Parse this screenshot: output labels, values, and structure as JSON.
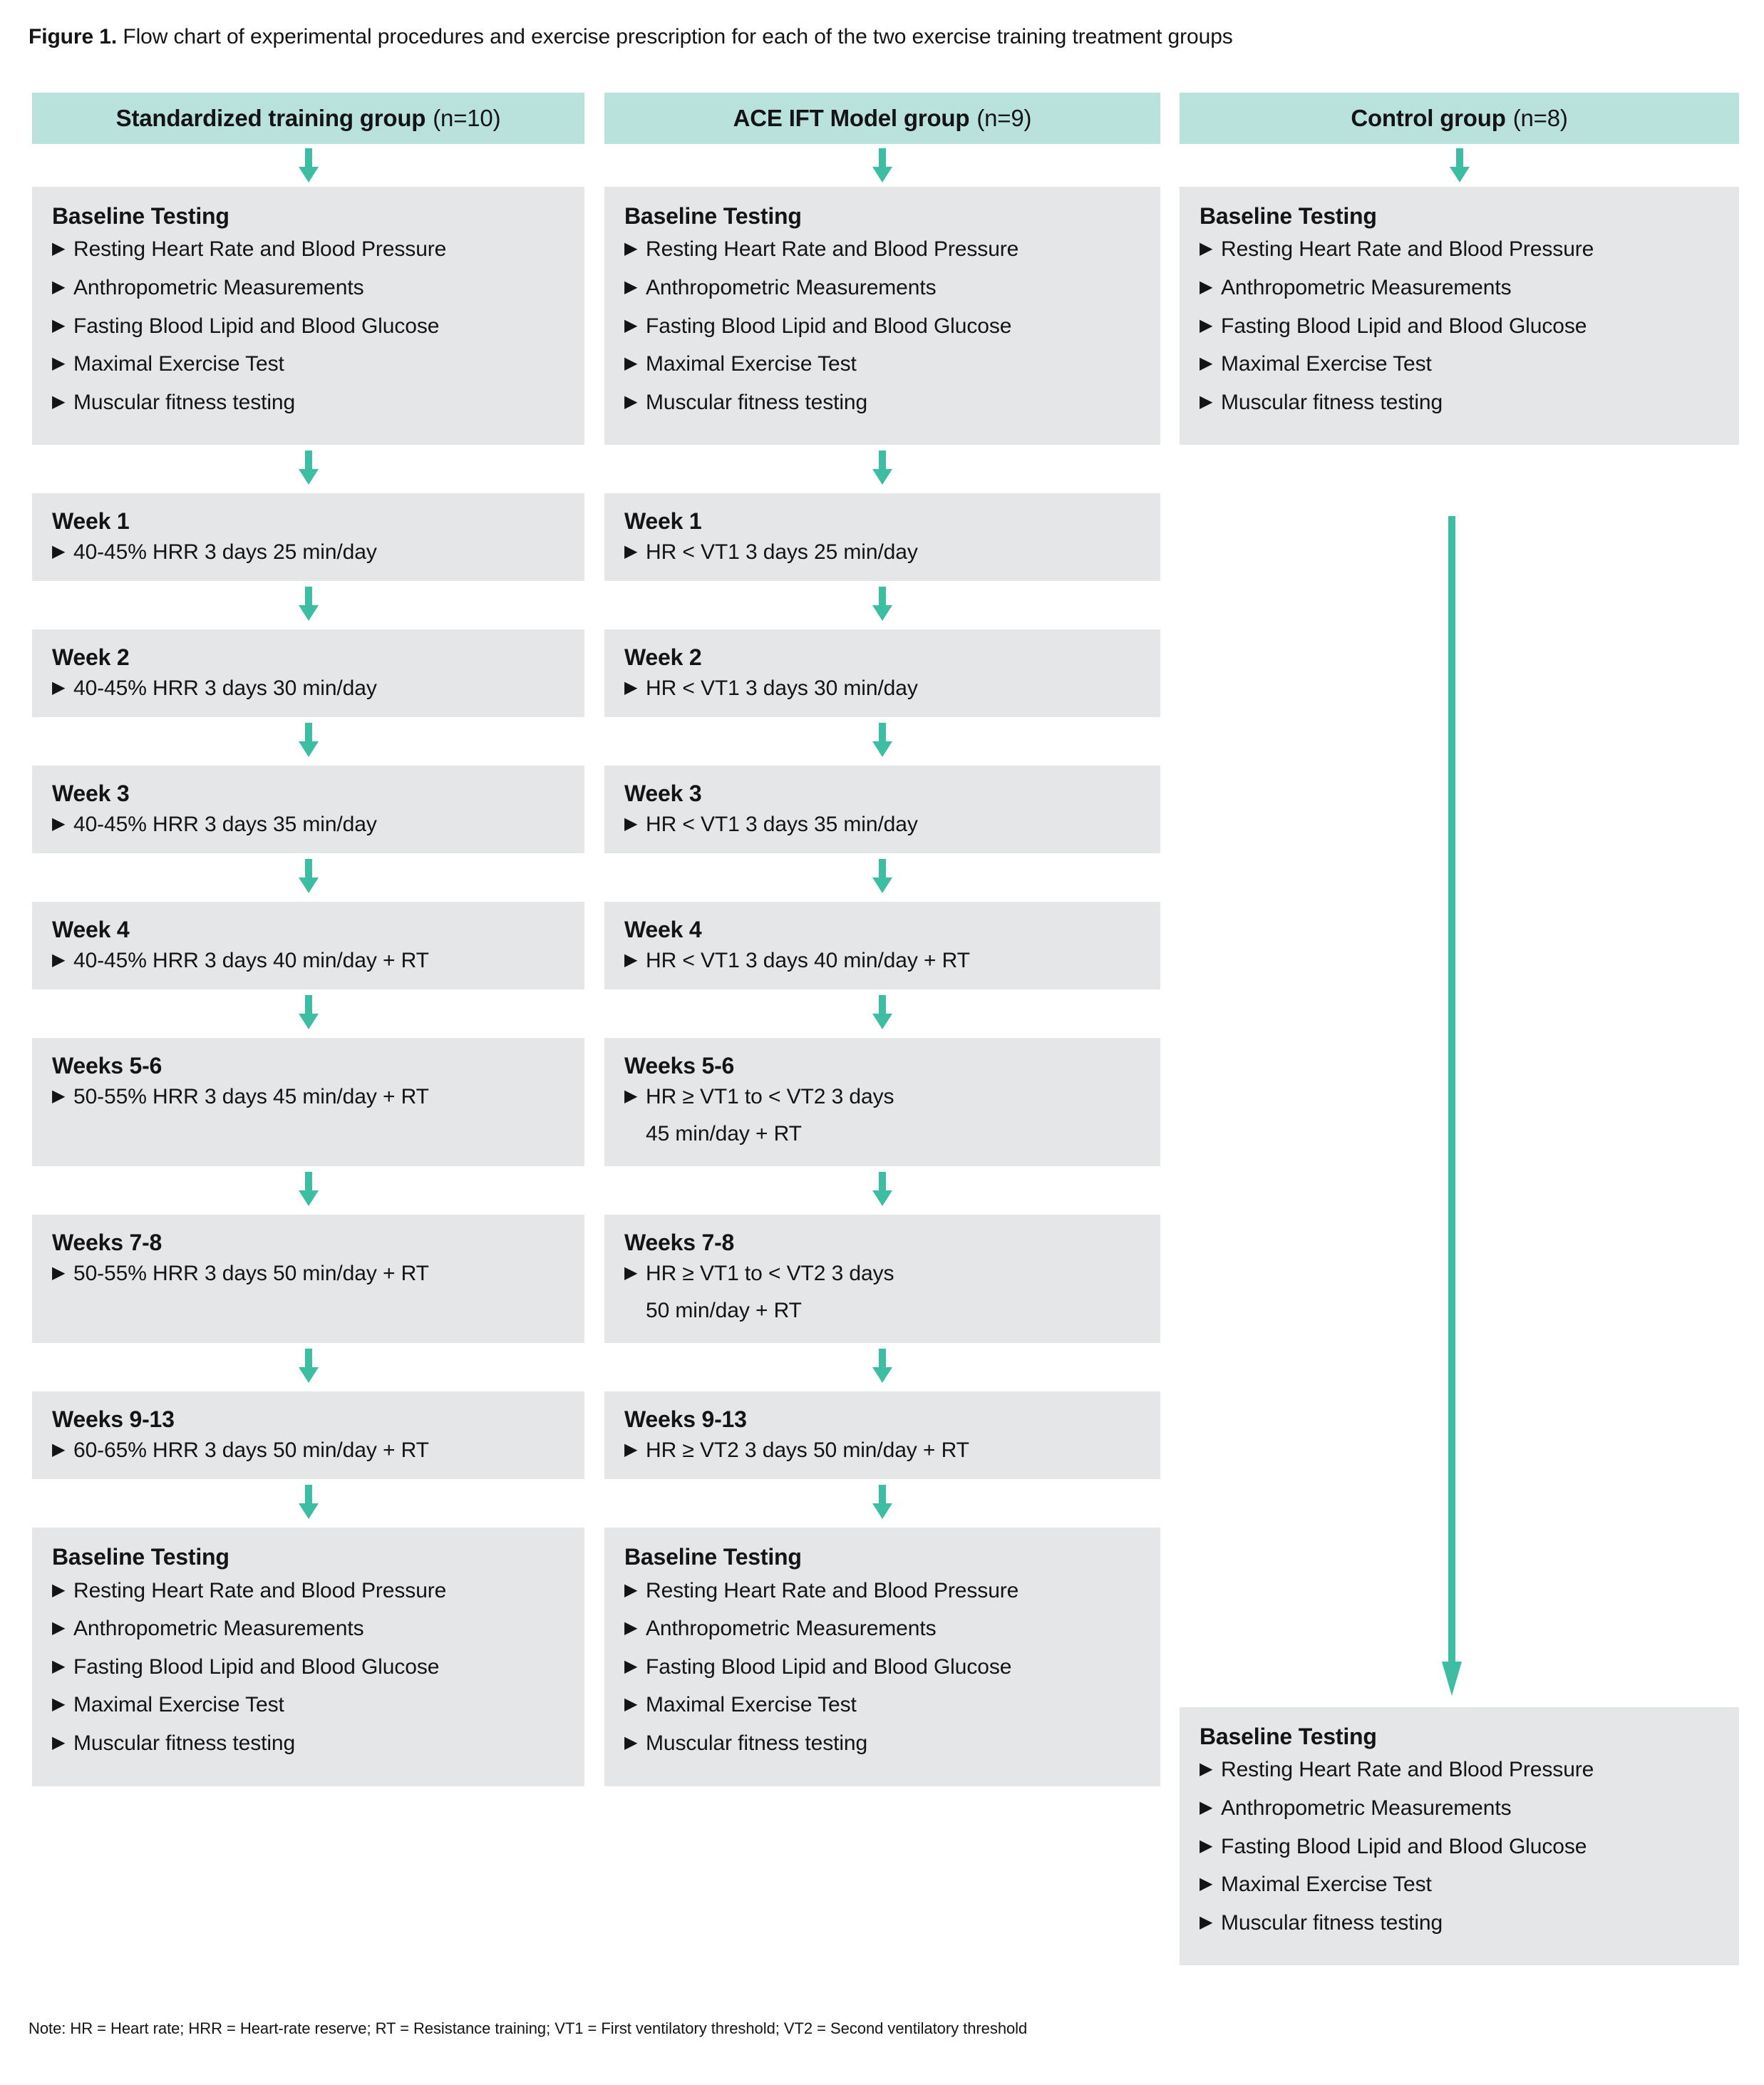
{
  "caption": {
    "label": "Figure 1.",
    "text": " Flow chart of experimental procedures and exercise prescription for each of the two exercise training treatment groups"
  },
  "icons": {
    "bullet": "▶",
    "down_arrow": "down-arrow-icon"
  },
  "colors": {
    "header_teal": "#b9e2dc",
    "box_gray": "#e5e6e8",
    "arrow_green": "#3dbda2",
    "text": "#141416"
  },
  "columns": [
    {
      "id": "standardized",
      "header_name": "Standardized training group",
      "header_n": "(n=10)",
      "baseline_top": {
        "title": "Baseline Testing",
        "items": [
          "Resting Heart Rate and Blood Pressure",
          "Anthropometric Measurements",
          "Fasting Blood Lipid and Blood Glucose",
          "Maximal Exercise Test",
          "Muscular fitness testing"
        ]
      },
      "weeks": [
        {
          "title": "Week 1",
          "line1": "40-45% HRR   3 days   25 min/day",
          "line2": ""
        },
        {
          "title": "Week 2",
          "line1": "40-45% HRR   3 days   30 min/day",
          "line2": ""
        },
        {
          "title": "Week 3",
          "line1": "40-45% HRR   3 days   35 min/day",
          "line2": ""
        },
        {
          "title": "Week 4",
          "line1": "40-45% HRR   3 days   40 min/day + RT",
          "line2": ""
        },
        {
          "title": "Weeks 5-6",
          "line1": "50-55% HRR   3 days   45 min/day + RT",
          "line2": ""
        },
        {
          "title": "Weeks 7-8",
          "line1": "50-55% HRR   3 days   50 min/day + RT",
          "line2": ""
        },
        {
          "title": "Weeks 9-13",
          "line1": "60-65% HRR   3 days   50 min/day + RT",
          "line2": ""
        }
      ],
      "baseline_bottom": {
        "title": "Baseline Testing",
        "items": [
          "Resting Heart Rate and Blood Pressure",
          "Anthropometric Measurements",
          "Fasting Blood Lipid and Blood Glucose",
          "Maximal Exercise Test",
          "Muscular fitness testing"
        ]
      }
    },
    {
      "id": "ace-ift",
      "header_name": "ACE IFT Model group",
      "header_n": "(n=9)",
      "baseline_top": {
        "title": "Baseline Testing",
        "items": [
          "Resting Heart Rate and Blood Pressure",
          "Anthropometric Measurements",
          "Fasting Blood Lipid and Blood Glucose",
          "Maximal Exercise Test",
          "Muscular fitness testing"
        ]
      },
      "weeks": [
        {
          "title": "Week 1",
          "line1": "HR < VT1   3 days   25 min/day",
          "line2": ""
        },
        {
          "title": "Week 2",
          "line1": "HR < VT1   3 days   30 min/day",
          "line2": ""
        },
        {
          "title": "Week 3",
          "line1": "HR < VT1   3 days   35 min/day",
          "line2": ""
        },
        {
          "title": "Week 4",
          "line1": "HR < VT1   3 days   40 min/day + RT",
          "line2": ""
        },
        {
          "title": "Weeks 5-6",
          "line1": "HR ≥ VT1 to < VT2   3 days",
          "line2": "45 min/day + RT"
        },
        {
          "title": "Weeks 7-8",
          "line1": "HR ≥ VT1 to < VT2   3 days",
          "line2": "50 min/day + RT"
        },
        {
          "title": "Weeks 9-13",
          "line1": "HR ≥ VT2   3 days   50 min/day + RT",
          "line2": ""
        }
      ],
      "baseline_bottom": {
        "title": "Baseline Testing",
        "items": [
          "Resting Heart Rate and Blood Pressure",
          "Anthropometric Measurements",
          "Fasting Blood Lipid and Blood Glucose",
          "Maximal Exercise Test",
          "Muscular fitness testing"
        ]
      }
    },
    {
      "id": "control",
      "header_name": "Control group",
      "header_n": "(n=8)",
      "baseline_top": {
        "title": "Baseline Testing",
        "items": [
          "Resting Heart Rate and Blood Pressure",
          "Anthropometric Measurements",
          "Fasting Blood Lipid and Blood Glucose",
          "Maximal Exercise Test",
          "Muscular fitness testing"
        ]
      },
      "weeks": [],
      "baseline_bottom": {
        "title": "Baseline Testing",
        "items": [
          "Resting Heart Rate and Blood Pressure",
          "Anthropometric Measurements",
          "Fasting Blood Lipid and Blood Glucose",
          "Maximal Exercise Test",
          "Muscular fitness testing"
        ]
      }
    }
  ],
  "note": "Note: HR = Heart rate; HRR = Heart-rate reserve; RT = Resistance training; VT1 = First ventilatory threshold; VT2 = Second ventilatory threshold"
}
